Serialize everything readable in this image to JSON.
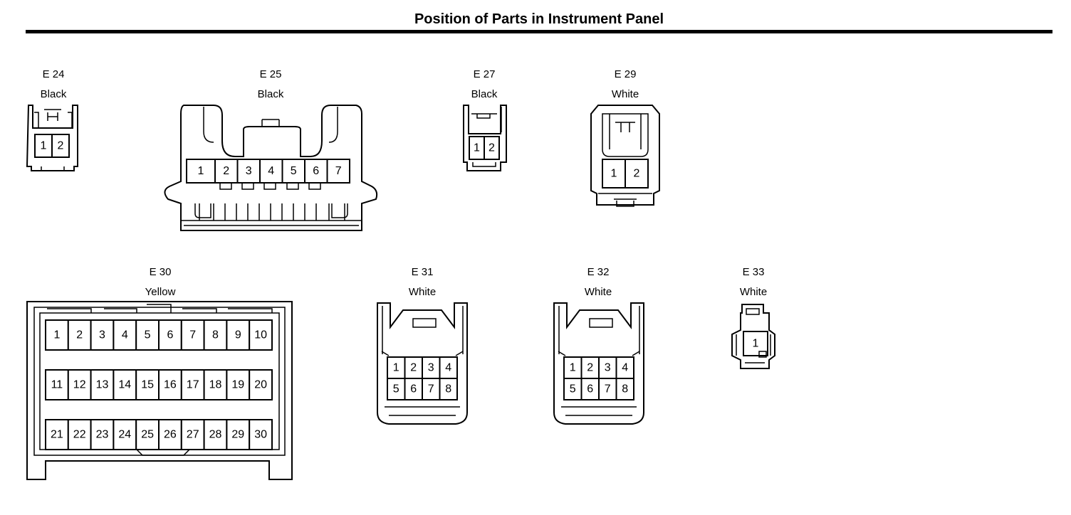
{
  "title": "Position of Parts in Instrument Panel",
  "connectors": [
    {
      "id": "E 24",
      "color": "Black",
      "pins": [
        "1",
        "2"
      ]
    },
    {
      "id": "E 25",
      "color": "Black",
      "pins": [
        "1",
        "2",
        "3",
        "4",
        "5",
        "6",
        "7"
      ]
    },
    {
      "id": "E 27",
      "color": "Black",
      "pins": [
        "1",
        "2"
      ]
    },
    {
      "id": "E 29",
      "color": "White",
      "pins": [
        "1",
        "2"
      ]
    },
    {
      "id": "E 30",
      "color": "Yellow",
      "pins": [
        "1",
        "2",
        "3",
        "4",
        "5",
        "6",
        "7",
        "8",
        "9",
        "10",
        "11",
        "12",
        "13",
        "14",
        "15",
        "16",
        "17",
        "18",
        "19",
        "20",
        "21",
        "22",
        "23",
        "24",
        "25",
        "26",
        "27",
        "28",
        "29",
        "30"
      ]
    },
    {
      "id": "E 31",
      "color": "White",
      "pins": [
        "1",
        "2",
        "3",
        "4",
        "5",
        "6",
        "7",
        "8"
      ]
    },
    {
      "id": "E 32",
      "color": "White",
      "pins": [
        "1",
        "2",
        "3",
        "4",
        "5",
        "6",
        "7",
        "8"
      ]
    },
    {
      "id": "E 33",
      "color": "White",
      "pins": [
        "1"
      ]
    }
  ]
}
